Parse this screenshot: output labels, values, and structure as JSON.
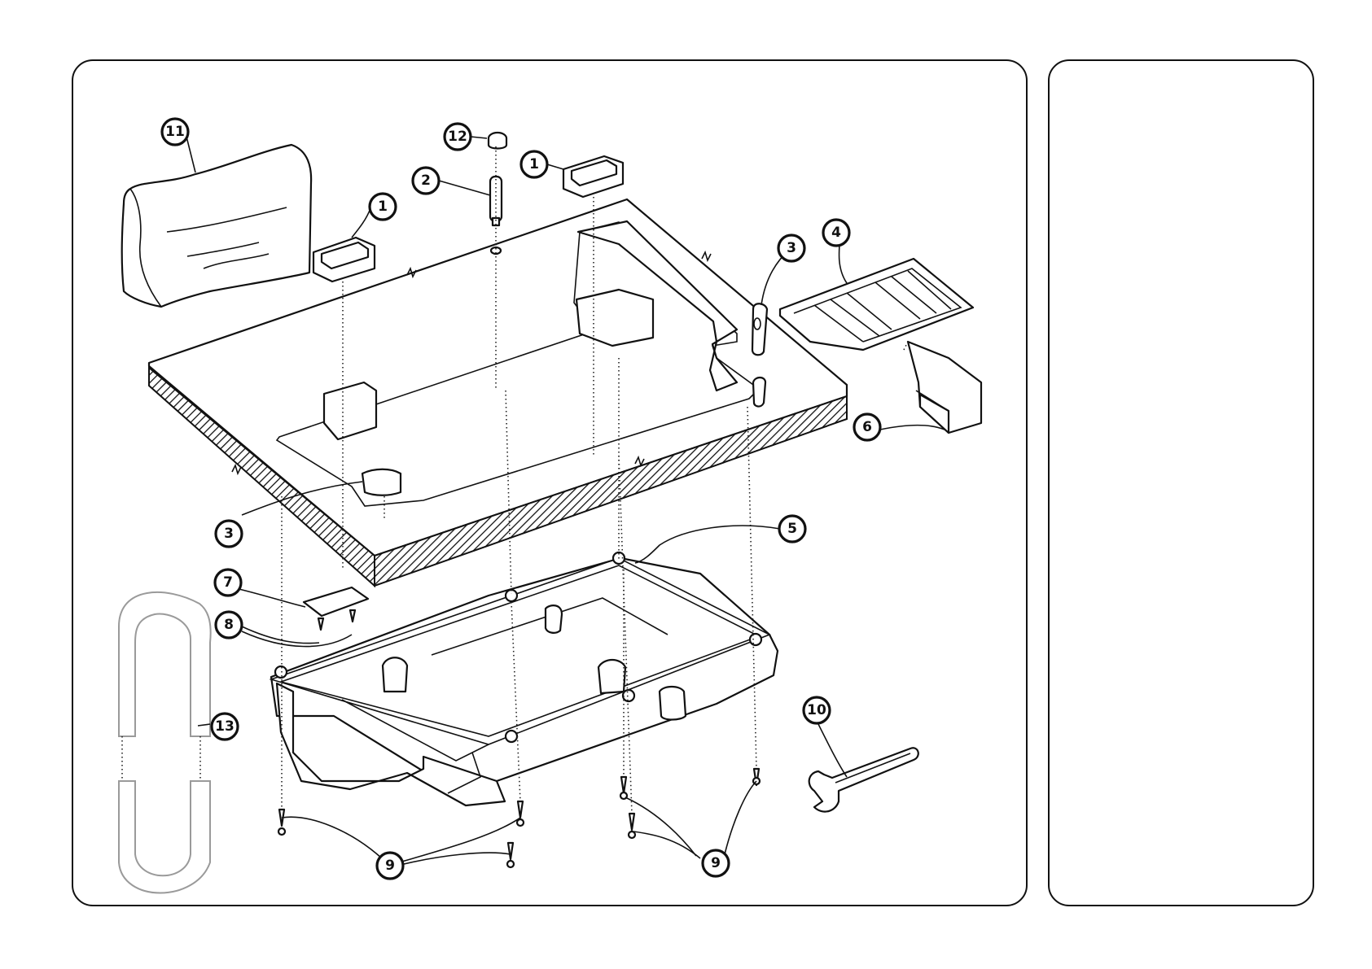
{
  "callouts": [
    {
      "id": "c11",
      "label": "11"
    },
    {
      "id": "c12",
      "label": "12"
    },
    {
      "id": "c2",
      "label": "2"
    },
    {
      "id": "c1a",
      "label": "1"
    },
    {
      "id": "c1b",
      "label": "1"
    },
    {
      "id": "c3a",
      "label": "3"
    },
    {
      "id": "c4",
      "label": "4"
    },
    {
      "id": "c6",
      "label": "6"
    },
    {
      "id": "c3b",
      "label": "3"
    },
    {
      "id": "c5",
      "label": "5"
    },
    {
      "id": "c7",
      "label": "7"
    },
    {
      "id": "c8",
      "label": "8"
    },
    {
      "id": "c13",
      "label": "13"
    },
    {
      "id": "c10",
      "label": "10"
    },
    {
      "id": "c9a",
      "label": "9"
    },
    {
      "id": "c9b",
      "label": "9"
    }
  ]
}
